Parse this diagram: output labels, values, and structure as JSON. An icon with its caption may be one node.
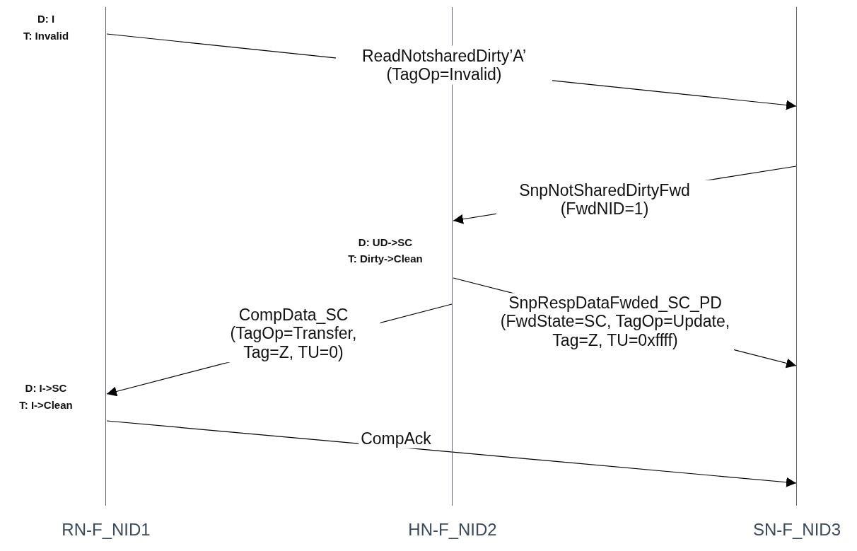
{
  "diagram": {
    "nodes": [
      {
        "text": [
          "RN-F_NID1"
        ]
      },
      {
        "text": [
          "HN-F_NID2"
        ]
      },
      {
        "text": [
          "SN-F_NID3"
        ]
      }
    ],
    "edges": [
      {
        "from": 0,
        "to": 2,
        "arrow": "to",
        "label": "ReadNotsharedDirty’A’ (TagOp=Invalid)"
      },
      {
        "from": 2,
        "to": 1,
        "arrow": "to",
        "label": "SnpNotSharedDirtyFwd (FwdNID=1)"
      },
      {
        "from": 1,
        "to": 2,
        "arrow": "to",
        "label": "SnpRespDataFwded_SC_PD (FwdState=SC, TagOp=Update, Tag=Z, TU=0xffff)"
      },
      {
        "from": 1,
        "to": 0,
        "arrow": "to",
        "label": "CompData_SC (TagOp=Transfer, Tag=Z, TU=0)"
      },
      {
        "from": 0,
        "to": 2,
        "arrow": "to",
        "label": "CompAck"
      }
    ],
    "labels": [
      "D: I",
      "T: Invalid",
      "D: UD->SC",
      "T: Dirty->Clean",
      "D: I->SC",
      "T: I->Clean"
    ]
  }
}
